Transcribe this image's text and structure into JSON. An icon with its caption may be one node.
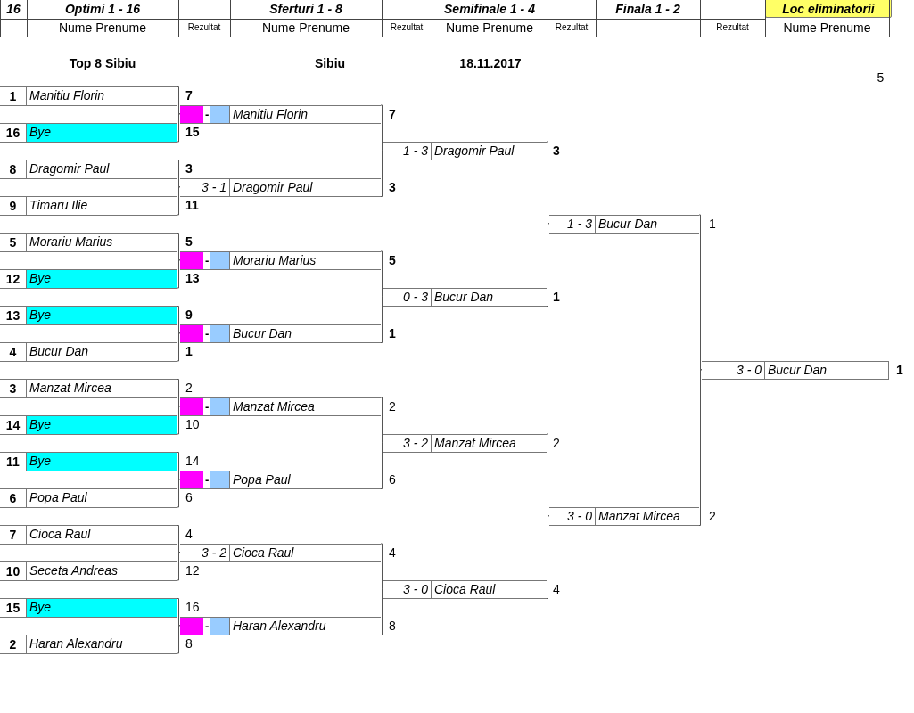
{
  "diagram": {
    "nodes": [
      {
        "text": [
          "1",
          "Manitiu Florin"
        ],
        "beside": [
          "7"
        ]
      },
      {
        "text": [
          "16",
          "Bye"
        ],
        "beside": [
          "15"
        ]
      },
      {
        "text": [
          "8",
          "Dragomir Paul"
        ],
        "beside": [
          "3"
        ]
      },
      {
        "text": [
          "9",
          "Timaru Ilie"
        ],
        "beside": [
          "11"
        ]
      },
      {
        "text": [
          "5",
          "Morariu Marius"
        ],
        "beside": [
          "5"
        ]
      },
      {
        "text": [
          "12",
          "Bye"
        ],
        "beside": [
          "13"
        ]
      },
      {
        "text": [
          "13",
          "Bye"
        ],
        "beside": [
          "9"
        ]
      },
      {
        "text": [
          "4",
          "Bucur Dan"
        ],
        "beside": [
          "1"
        ]
      },
      {
        "text": [
          "3",
          "Manzat Mircea"
        ],
        "beside": [
          "2"
        ]
      },
      {
        "text": [
          "14",
          "Bye"
        ],
        "beside": [
          "10"
        ]
      },
      {
        "text": [
          "11",
          "Bye"
        ],
        "beside": [
          "14"
        ]
      },
      {
        "text": [
          "6",
          "Popa Paul"
        ],
        "beside": [
          "6"
        ]
      },
      {
        "text": [
          "7",
          "Cioca Raul"
        ],
        "beside": [
          "4"
        ]
      },
      {
        "text": [
          "10",
          "Seceta Andreas"
        ],
        "beside": [
          "12"
        ]
      },
      {
        "text": [
          "15",
          "Bye"
        ],
        "beside": [
          "16"
        ]
      },
      {
        "text": [
          "2",
          "Haran Alexandru"
        ],
        "beside": [
          "8"
        ]
      },
      {
        "text": [
          "-",
          "Manitiu Florin"
        ],
        "beside": [
          "7"
        ]
      },
      {
        "text": [
          "3 - 1",
          "Dragomir Paul"
        ],
        "beside": [
          "3"
        ]
      },
      {
        "text": [
          "-",
          "Morariu Marius"
        ],
        "beside": [
          "5"
        ]
      },
      {
        "text": [
          "-",
          "Bucur Dan"
        ],
        "beside": [
          "1"
        ]
      },
      {
        "text": [
          "-",
          "Manzat Mircea"
        ],
        "beside": [
          "2"
        ]
      },
      {
        "text": [
          "-",
          "Popa Paul"
        ],
        "beside": [
          "6"
        ]
      },
      {
        "text": [
          "3 - 2",
          "Cioca Raul"
        ],
        "beside": [
          "4"
        ]
      },
      {
        "text": [
          "-",
          "Haran Alexandru"
        ],
        "beside": [
          "8"
        ]
      },
      {
        "text": [
          "1 - 3",
          "Dragomir Paul"
        ],
        "beside": [
          "3"
        ]
      },
      {
        "text": [
          "0 - 3",
          "Bucur Dan"
        ],
        "beside": [
          "1"
        ]
      },
      {
        "text": [
          "3 - 2",
          "Manzat Mircea"
        ],
        "beside": [
          "2"
        ]
      },
      {
        "text": [
          "3 - 0",
          "Cioca Raul"
        ],
        "beside": [
          "4"
        ]
      },
      {
        "text": [
          "1 - 3",
          "Bucur Dan"
        ],
        "beside": [
          "1"
        ]
      },
      {
        "text": [
          "3 - 0",
          "Manzat Mircea"
        ],
        "beside": [
          "2"
        ]
      },
      {
        "text": [
          "3 - 0",
          "Bucur Dan"
        ],
        "beside": [
          "1"
        ]
      }
    ],
    "edges": [
      {
        "from": 0,
        "to": 16,
        "arrow": "none"
      },
      {
        "from": 1,
        "to": 16,
        "arrow": "none"
      },
      {
        "from": 2,
        "to": 17,
        "arrow": "none"
      },
      {
        "from": 3,
        "to": 17,
        "arrow": "none"
      },
      {
        "from": 4,
        "to": 18,
        "arrow": "none"
      },
      {
        "from": 5,
        "to": 18,
        "arrow": "none"
      },
      {
        "from": 6,
        "to": 19,
        "arrow": "none"
      },
      {
        "from": 7,
        "to": 19,
        "arrow": "none"
      },
      {
        "from": 8,
        "to": 20,
        "arrow": "none"
      },
      {
        "from": 9,
        "to": 20,
        "arrow": "none"
      },
      {
        "from": 10,
        "to": 21,
        "arrow": "none"
      },
      {
        "from": 11,
        "to": 21,
        "arrow": "none"
      },
      {
        "from": 12,
        "to": 22,
        "arrow": "none"
      },
      {
        "from": 13,
        "to": 22,
        "arrow": "none"
      },
      {
        "from": 14,
        "to": 23,
        "arrow": "none"
      },
      {
        "from": 15,
        "to": 23,
        "arrow": "none"
      },
      {
        "from": 16,
        "to": 24,
        "arrow": "none"
      },
      {
        "from": 17,
        "to": 24,
        "arrow": "none"
      },
      {
        "from": 18,
        "to": 25,
        "arrow": "none"
      },
      {
        "from": 19,
        "to": 25,
        "arrow": "none"
      },
      {
        "from": 20,
        "to": 26,
        "arrow": "none"
      },
      {
        "from": 21,
        "to": 26,
        "arrow": "none"
      },
      {
        "from": 22,
        "to": 27,
        "arrow": "none"
      },
      {
        "from": 23,
        "to": 27,
        "arrow": "none"
      },
      {
        "from": 24,
        "to": 28,
        "arrow": "none"
      },
      {
        "from": 25,
        "to": 28,
        "arrow": "none"
      },
      {
        "from": 26,
        "to": 29,
        "arrow": "none"
      },
      {
        "from": 27,
        "to": 29,
        "arrow": "none"
      },
      {
        "from": 28,
        "to": 30,
        "arrow": "none"
      },
      {
        "from": 29,
        "to": 30,
        "arrow": "none"
      }
    ],
    "labels": [
      "16",
      "Optimi 1 - 16",
      "Sferturi 1 - 8",
      "Semifinale 1 - 4",
      "Finala 1 - 2",
      "Loc eliminatorii",
      "Nume Prenume",
      "Rezultat",
      "Nume Prenume",
      "Rezultat",
      "Nume Prenume",
      "Rezultat",
      "Rezultat",
      "Nume Prenume",
      "Top 8 Sibiu",
      "Sibiu",
      "18.11.2017",
      "5"
    ]
  }
}
